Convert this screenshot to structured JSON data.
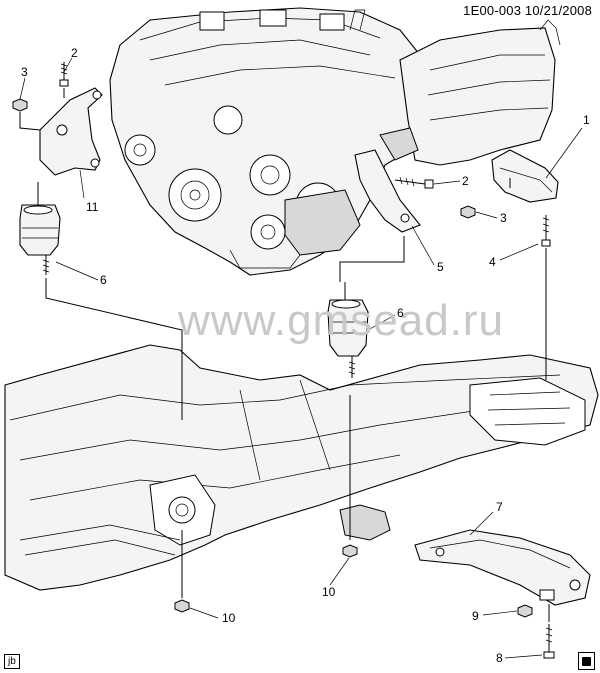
{
  "header": {
    "code": "1E00-003 10/21/2008"
  },
  "footer": {
    "tag": "jb"
  },
  "watermark": "www.gmsead.ru",
  "callouts": [
    {
      "id": "c1",
      "label": "1"
    },
    {
      "id": "c2a",
      "label": "2"
    },
    {
      "id": "c2b",
      "label": "2"
    },
    {
      "id": "c3a",
      "label": "3"
    },
    {
      "id": "c3b",
      "label": "3"
    },
    {
      "id": "c4",
      "label": "4"
    },
    {
      "id": "c5",
      "label": "5"
    },
    {
      "id": "c6a",
      "label": "6"
    },
    {
      "id": "c6b",
      "label": "6"
    },
    {
      "id": "c7",
      "label": "7"
    },
    {
      "id": "c8",
      "label": "8"
    },
    {
      "id": "c9",
      "label": "9"
    },
    {
      "id": "c10a",
      "label": "10"
    },
    {
      "id": "c10b",
      "label": "10"
    },
    {
      "id": "c11",
      "label": "11"
    }
  ]
}
